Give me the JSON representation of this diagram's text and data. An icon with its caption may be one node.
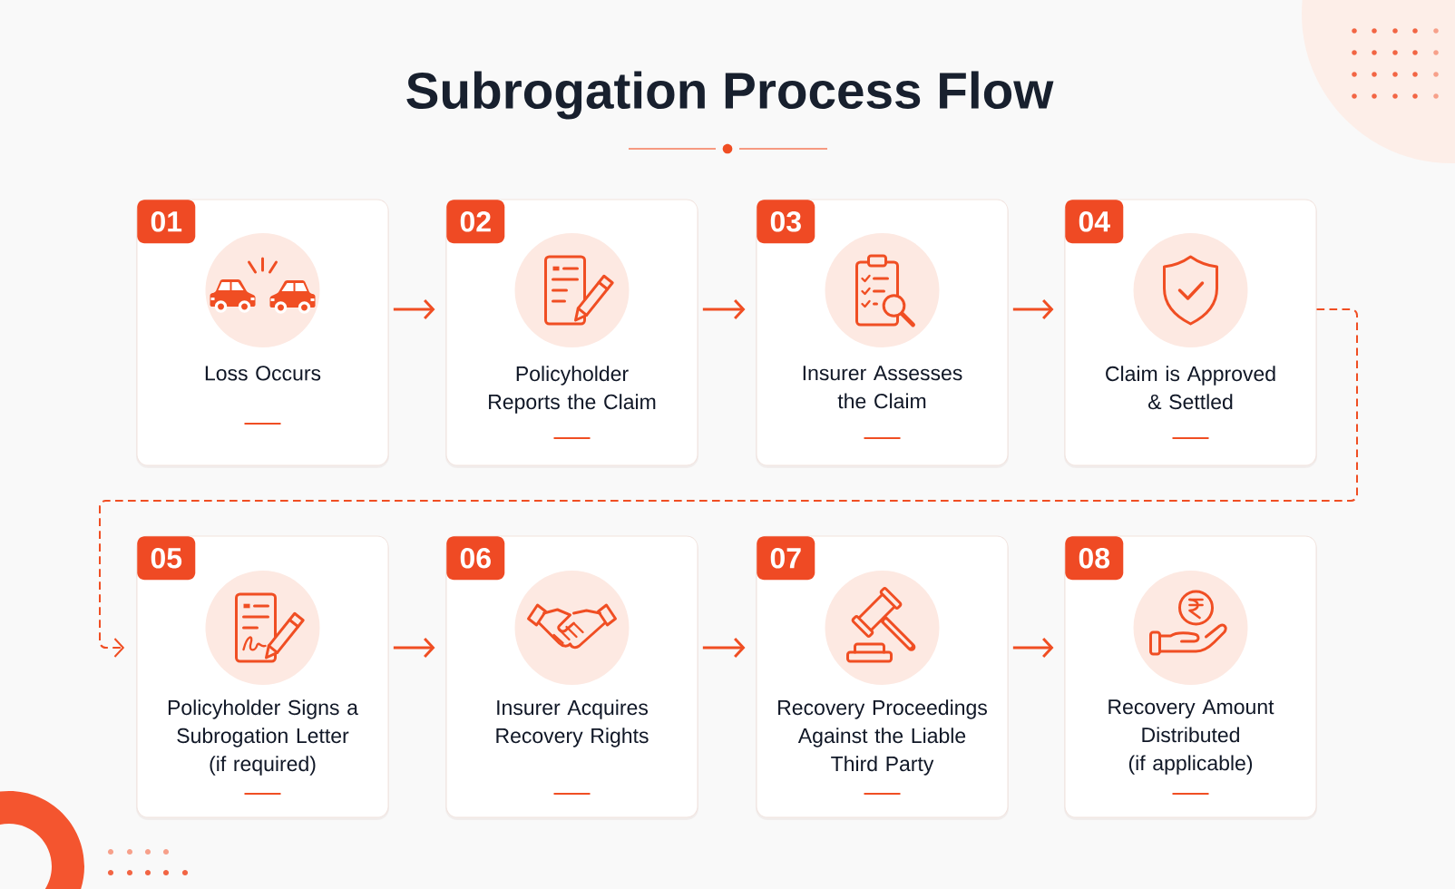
{
  "diagram": {
    "title": "Subrogation Process Flow",
    "nodes": [
      {
        "text": [
          "01",
          "Loss Occurs"
        ]
      },
      {
        "text": [
          "02",
          "Policyholder Reports the Claim"
        ]
      },
      {
        "text": [
          "03",
          "Insurer Assesses the Claim"
        ]
      },
      {
        "text": [
          "04",
          "Claim is Approved & Settled"
        ]
      },
      {
        "text": [
          "05",
          "Policyholder Signs a Subrogation Letter (if required)"
        ]
      },
      {
        "text": [
          "06",
          "Insurer Acquires Recovery Rights"
        ]
      },
      {
        "text": [
          "07",
          "Recovery Proceedings Against the Liable Third Party"
        ]
      },
      {
        "text": [
          "08",
          "Recovery Amount Distributed (if applicable)"
        ]
      }
    ],
    "edges": [
      {
        "from": 0,
        "to": 1,
        "arrow": "to"
      },
      {
        "from": 1,
        "to": 2,
        "arrow": "to"
      },
      {
        "from": 2,
        "to": 3,
        "arrow": "to"
      },
      {
        "from": 3,
        "to": 4,
        "arrow": "to",
        "style": "dashed"
      },
      {
        "from": 4,
        "to": 5,
        "arrow": "to"
      },
      {
        "from": 5,
        "to": 6,
        "arrow": "to"
      },
      {
        "from": 6,
        "to": 7,
        "arrow": "to"
      }
    ]
  }
}
